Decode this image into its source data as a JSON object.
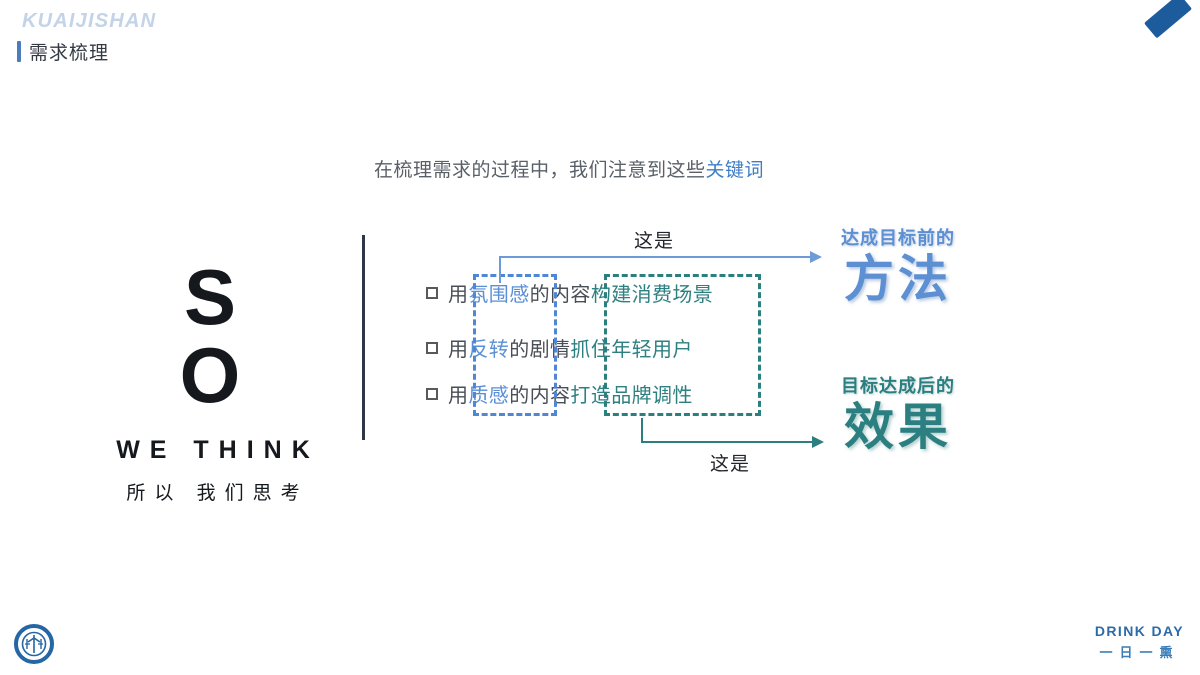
{
  "header": {
    "brand_en": "KUAIJISHAN",
    "page_title": "需求梳理",
    "accent_color": "#4a7cc0",
    "corner_icon": "diagonal-slash-icon"
  },
  "lead": {
    "text_before": "在梳理需求的过程中，我们注意到这些",
    "highlight": "关键词",
    "highlight_color": "#3f7ec4"
  },
  "so_block": {
    "big": "S O",
    "en": "WE THINK",
    "cn": "所以  我们思考"
  },
  "bullets": [
    {
      "marker": "checkbox-icon",
      "pre": "用",
      "keyword": "氛围感",
      "mid": "的内容",
      "effect": "构建消费场景"
    },
    {
      "marker": "checkbox-icon",
      "pre": "用",
      "keyword": "反转",
      "mid": "的剧情",
      "effect": "抓住年轻用户"
    },
    {
      "marker": "checkbox-icon",
      "pre": "用",
      "keyword": "质感",
      "mid": "的内容",
      "effect": "打造品牌调性"
    }
  ],
  "boxes": {
    "keyword_box_color": "#4f86d6",
    "effect_box_color": "#2c7f7f"
  },
  "connectors": {
    "top_label": "这是",
    "bottom_label": "这是"
  },
  "results": {
    "top": {
      "small": "达成目标前的",
      "big": "方法",
      "color": "#5d8fd3"
    },
    "bottom": {
      "small": "目标达成后的",
      "big": "效果",
      "color": "#2c7f80"
    }
  },
  "footer": {
    "logo": "circular-emblem-logo",
    "brand_en": "DRINK DAY",
    "brand_cn": "一日一熏",
    "brand_color": "#2b6ca8"
  }
}
